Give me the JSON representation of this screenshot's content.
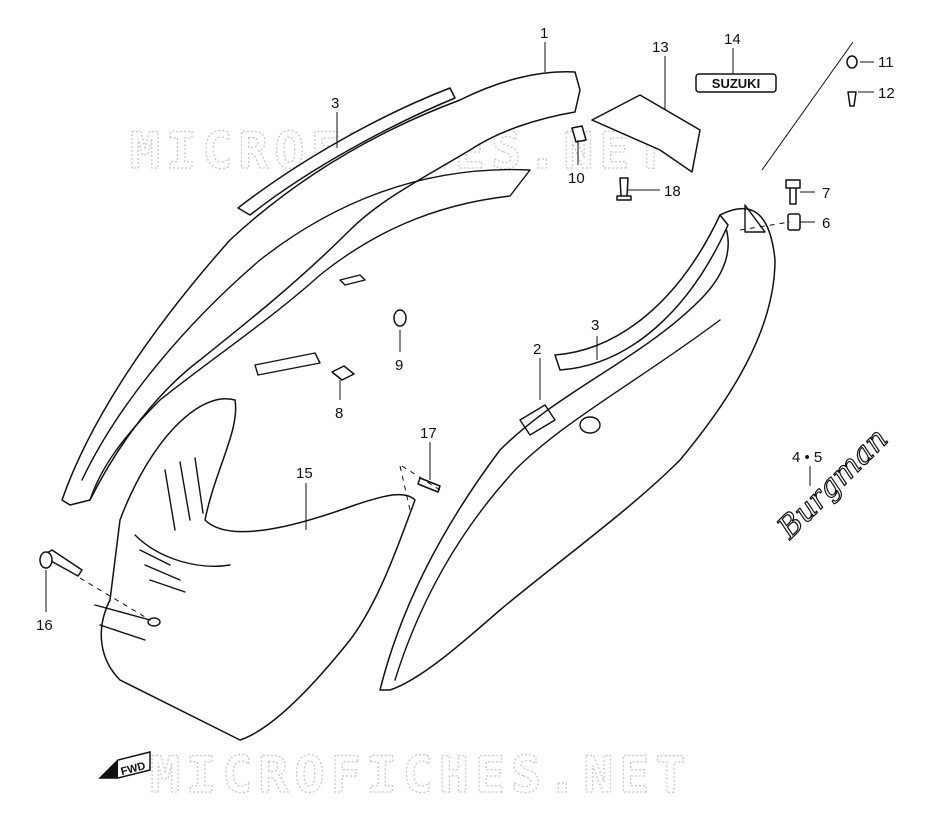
{
  "watermark": {
    "top_text": "MICROFICHES.NET",
    "bottom_text": "MICROFICHES.NET"
  },
  "badges": {
    "fwd": "FWD",
    "suzuki_emblem": "SUZUKI",
    "burgman_emblem": "Burgman"
  },
  "callouts": [
    {
      "id": "c1",
      "label": "1"
    },
    {
      "id": "c2",
      "label": "2"
    },
    {
      "id": "c3a",
      "label": "3"
    },
    {
      "id": "c3b",
      "label": "3"
    },
    {
      "id": "c45",
      "label": "4 • 5"
    },
    {
      "id": "c6",
      "label": "6"
    },
    {
      "id": "c7",
      "label": "7"
    },
    {
      "id": "c8",
      "label": "8"
    },
    {
      "id": "c9",
      "label": "9"
    },
    {
      "id": "c10",
      "label": "10"
    },
    {
      "id": "c11",
      "label": "11"
    },
    {
      "id": "c12",
      "label": "12"
    },
    {
      "id": "c13",
      "label": "13"
    },
    {
      "id": "c14",
      "label": "14"
    },
    {
      "id": "c15",
      "label": "15"
    },
    {
      "id": "c16",
      "label": "16"
    },
    {
      "id": "c17",
      "label": "17"
    },
    {
      "id": "c18",
      "label": "18"
    }
  ],
  "colors": {
    "line": "#111111",
    "background": "#ffffff",
    "watermark": "#c8c8c8"
  }
}
